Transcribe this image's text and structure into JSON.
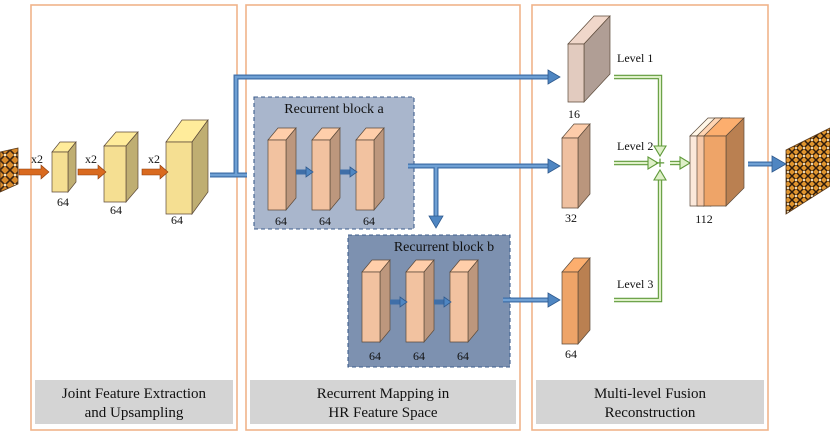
{
  "panels": [
    {
      "caption_line1": "Joint Feature Extraction",
      "caption_line2": "and Upsampling"
    },
    {
      "caption_line1": "Recurrent Mapping in",
      "caption_line2": "HR Feature Space"
    },
    {
      "caption_line1": "Multi-level Fusion",
      "caption_line2": "Reconstruction"
    }
  ],
  "upsampling": {
    "scale_labels": [
      "x2",
      "x2",
      "x2"
    ],
    "channel_labels": [
      "64",
      "64",
      "64"
    ]
  },
  "recurrent_block_a": {
    "title": "Recurrent block a",
    "channel_labels": [
      "64",
      "64",
      "64"
    ]
  },
  "recurrent_block_b": {
    "title": "Recurrent block b",
    "channel_labels": [
      "64",
      "64",
      "64"
    ]
  },
  "fusion": {
    "level_labels": [
      "Level 1",
      "Level 2",
      "Level 3"
    ],
    "channel_labels": [
      "16",
      "32",
      "64"
    ],
    "fused_channel_label": "112",
    "sum_symbol": "+"
  },
  "colors": {
    "panel_border": "#f0b48a",
    "caption_background": "#d4d4d4",
    "block_a_background": "#a9b6cc",
    "block_b_background": "#7d91b0",
    "upsampling_cube": "#f5df92",
    "recurrent_cube": "#f2c2a0",
    "level1_cube": "#e2cbbf",
    "level2_cube": "#efc0a0",
    "level3_cube": "#eea468",
    "blue_arrow": "#4f86c2",
    "orange_arrow": "#d96a1f",
    "green_arrow": "#5f9a3a"
  }
}
